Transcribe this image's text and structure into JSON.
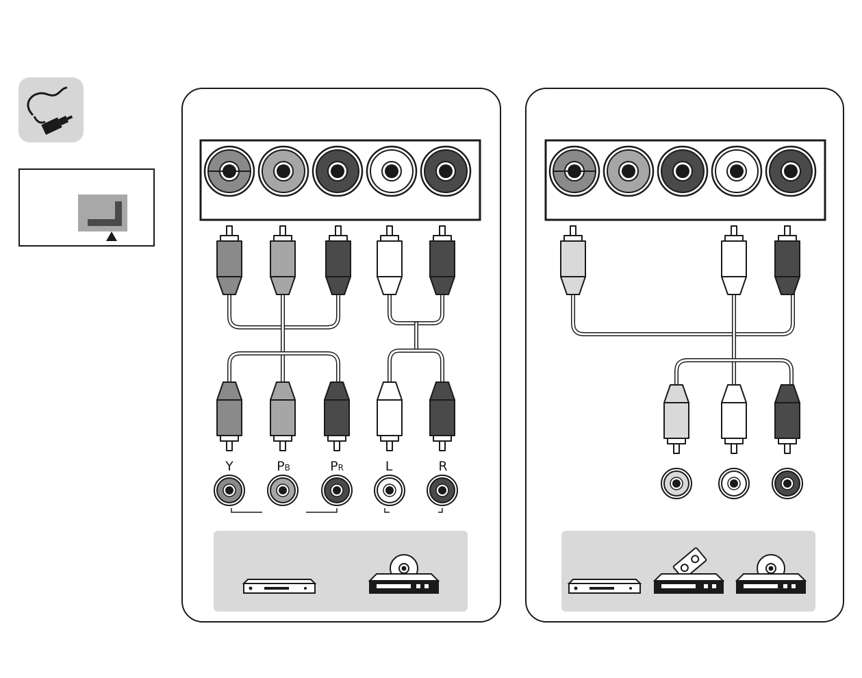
{
  "diagram": {
    "left_panel": {
      "source_labels": [
        {
          "main": "Y",
          "sub": ""
        },
        {
          "main": "P",
          "sub": "B"
        },
        {
          "main": "P",
          "sub": "R"
        },
        {
          "main": "L",
          "sub": ""
        },
        {
          "main": "R",
          "sub": ""
        }
      ],
      "devices": [
        "dvd-player-icon",
        "dvd-recorder-icon"
      ]
    },
    "right_panel": {
      "devices": [
        "dvd-player-icon",
        "vcr-icon",
        "dvd-recorder-icon"
      ]
    },
    "icons": [
      "cable-icon",
      "input-selector-icon"
    ],
    "colors": {
      "green_jack": "#8a8a8a",
      "blue_jack": "#a6a6a6",
      "red_jack": "#4a4a4a",
      "white_jack": "#ffffff",
      "yellow_jack": "#d9d9d9",
      "device_tray": "#d9d9d9"
    }
  }
}
